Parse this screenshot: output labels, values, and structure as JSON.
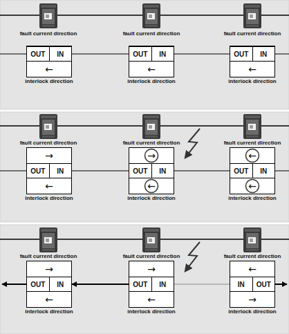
{
  "diagram": {
    "nodes": [
      {
        "text": [
          "OUT",
          "IN",
          "←",
          "interlock direction"
        ]
      },
      {
        "text": [
          "OUT",
          "IN",
          "←",
          "interlock direction"
        ]
      },
      {
        "text": [
          "OUT",
          "IN",
          "←",
          "interlock direction"
        ]
      },
      {
        "text": [
          "→",
          "OUT",
          "IN",
          "←",
          "interlock direction"
        ]
      },
      {
        "text": [
          "→",
          "OUT",
          "IN",
          "←",
          "interlock direction"
        ]
      },
      {
        "text": [
          "←",
          "OUT",
          "IN",
          "←",
          "interlock direction"
        ]
      },
      {
        "text": [
          "→",
          "OUT",
          "IN",
          "←",
          "interlock direction"
        ]
      },
      {
        "text": [
          "→",
          "OUT",
          "IN",
          "←",
          "interlock direction"
        ]
      },
      {
        "text": [
          "←",
          "IN",
          "OUT",
          "→",
          "interlock direction"
        ]
      }
    ],
    "edges": [
      {
        "from": 0,
        "to": 1,
        "arrow": "none"
      },
      {
        "from": 1,
        "to": 2,
        "arrow": "none"
      },
      {
        "from": 3,
        "to": 4,
        "arrow": "none"
      },
      {
        "from": 4,
        "to": 5,
        "arrow": "none"
      },
      {
        "from": 7,
        "to": 6,
        "arrow": "to"
      },
      {
        "from": 7,
        "to": 8,
        "arrow": "none"
      }
    ],
    "labels": [
      "fault current direction",
      "fault current direction",
      "fault current direction",
      "fault current direction",
      "fault current direction",
      "fault current direction",
      "fault current direction",
      "fault current direction",
      "fault current direction"
    ]
  }
}
